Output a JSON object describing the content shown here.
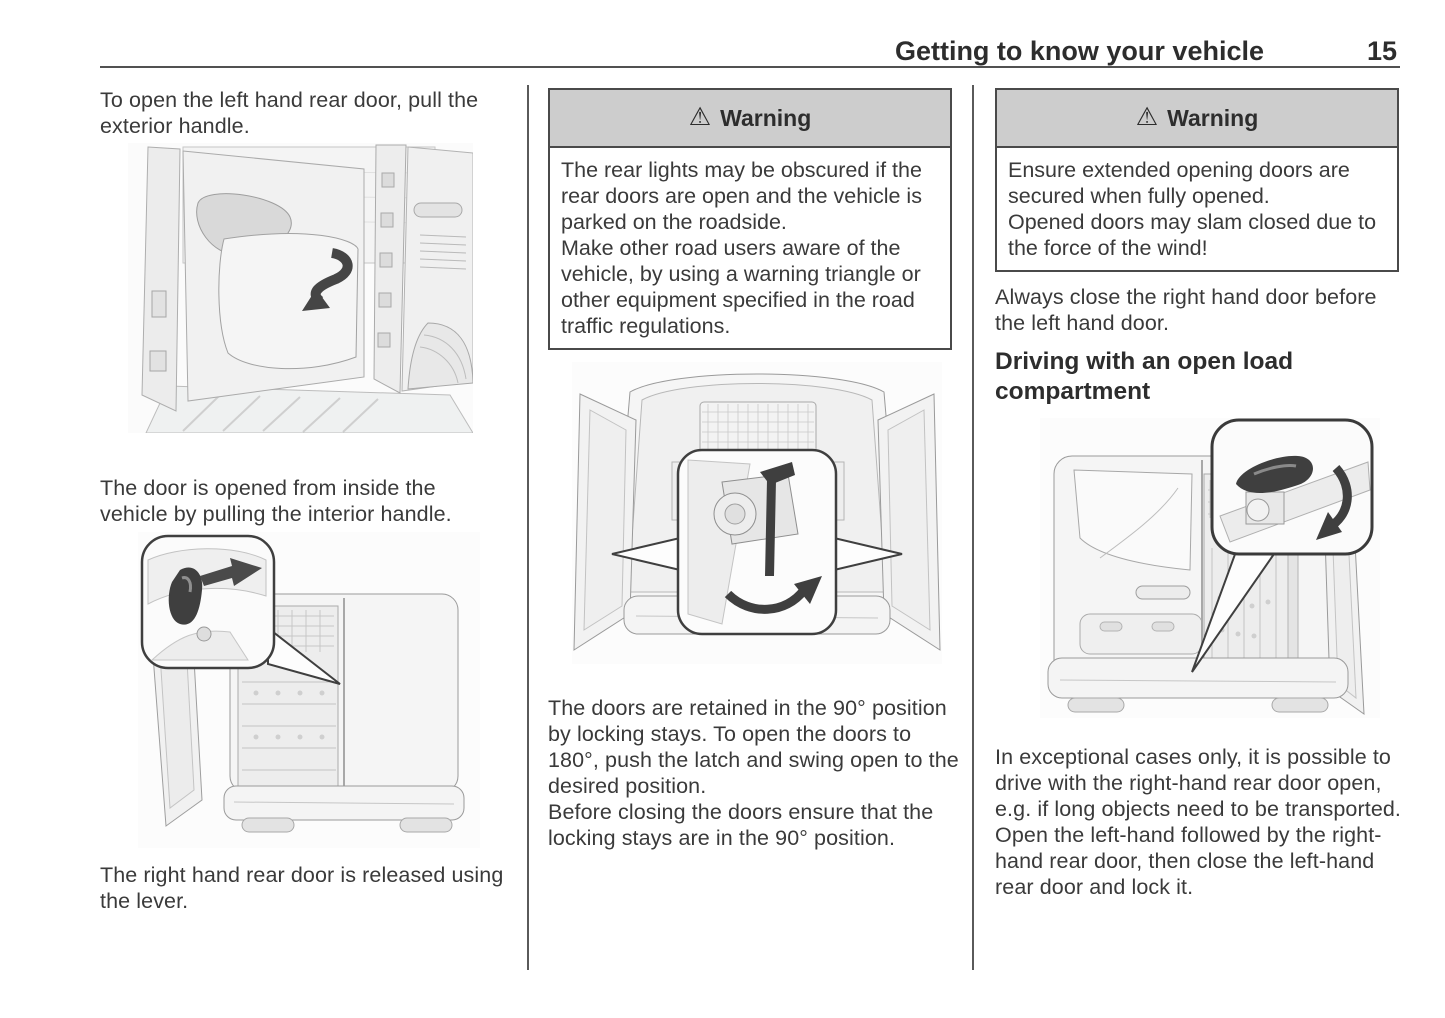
{
  "header": {
    "title": "Getting to know your vehicle",
    "page_number": "15"
  },
  "warning": {
    "icon": "⚠",
    "label": "Warning"
  },
  "columns": {
    "left": {
      "para_exterior_handle": "To open the left hand rear door, pull the exterior handle.",
      "para_interior_handle": "The door is opened from inside the vehicle by pulling the interior handle.",
      "para_lever": "The right hand rear door is released using the lever."
    },
    "middle": {
      "warning_lines": [
        "The rear lights may be obscured if the rear doors are open and the vehicle is parked on the roadside.",
        "Make other road users aware of the vehicle, by using a warning triangle or other equipment specified in the road traffic regulations."
      ],
      "para_locking_stays": "The doors are retained in the 90° position by locking stays. To open the doors to 180°, push the latch and swing open to the desired position.",
      "para_before_closing": "Before closing the doors ensure that the locking stays are in the 90° position."
    },
    "right": {
      "warning_lines": [
        "Ensure extended opening doors are secured when fully opened.",
        "Opened doors may slam closed due to the force of the wind!"
      ],
      "para_close_order": "Always close the right hand door before the left hand door.",
      "heading_open_load": "Driving with an open load compartment",
      "para_exceptional": "In exceptional cases only, it is possible to drive with the right-hand rear door open, e.g. if long objects need to be transported. Open the left-hand followed by the right-hand rear door, then close the left-hand rear door and lock it."
    }
  },
  "colors": {
    "body_text": "#3a3a3a",
    "heading_text": "#2d2d2d",
    "warning_header_bg": "#cdcdcd",
    "warning_border": "#4a4a4a",
    "rule": "#565656",
    "illustration_line": "#9b9b9b",
    "illustration_dark": "#3f3f3f"
  }
}
